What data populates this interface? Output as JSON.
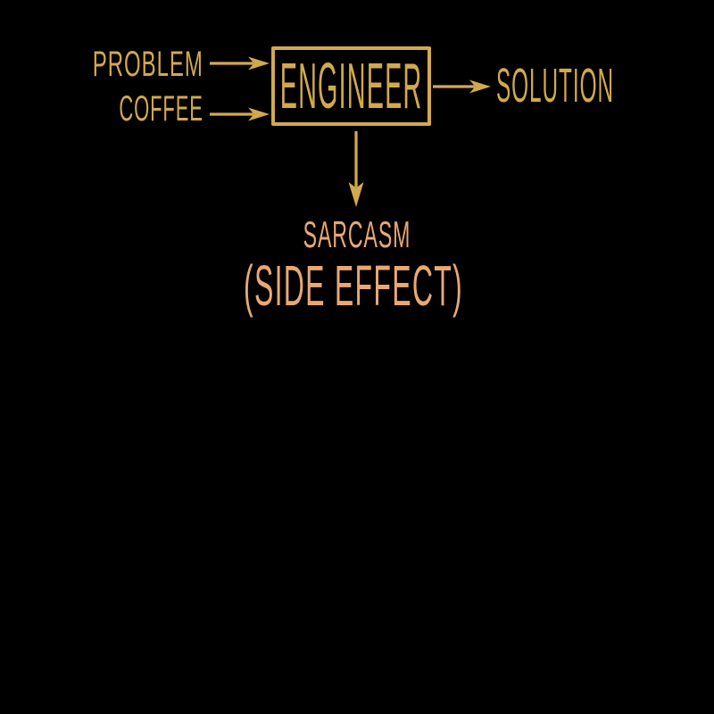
{
  "colors": {
    "background": "#000000",
    "gold": "#d2a94d",
    "orange": "#e9a873"
  },
  "diagram": {
    "inputs": [
      {
        "label": "PROBLEM"
      },
      {
        "label": "COFFEE"
      }
    ],
    "process": {
      "label": "ENGINEER"
    },
    "output": {
      "label": "SOLUTION"
    },
    "side_effect": {
      "label": "SARCASM",
      "qualifier": "(SIDE EFFECT)"
    }
  }
}
